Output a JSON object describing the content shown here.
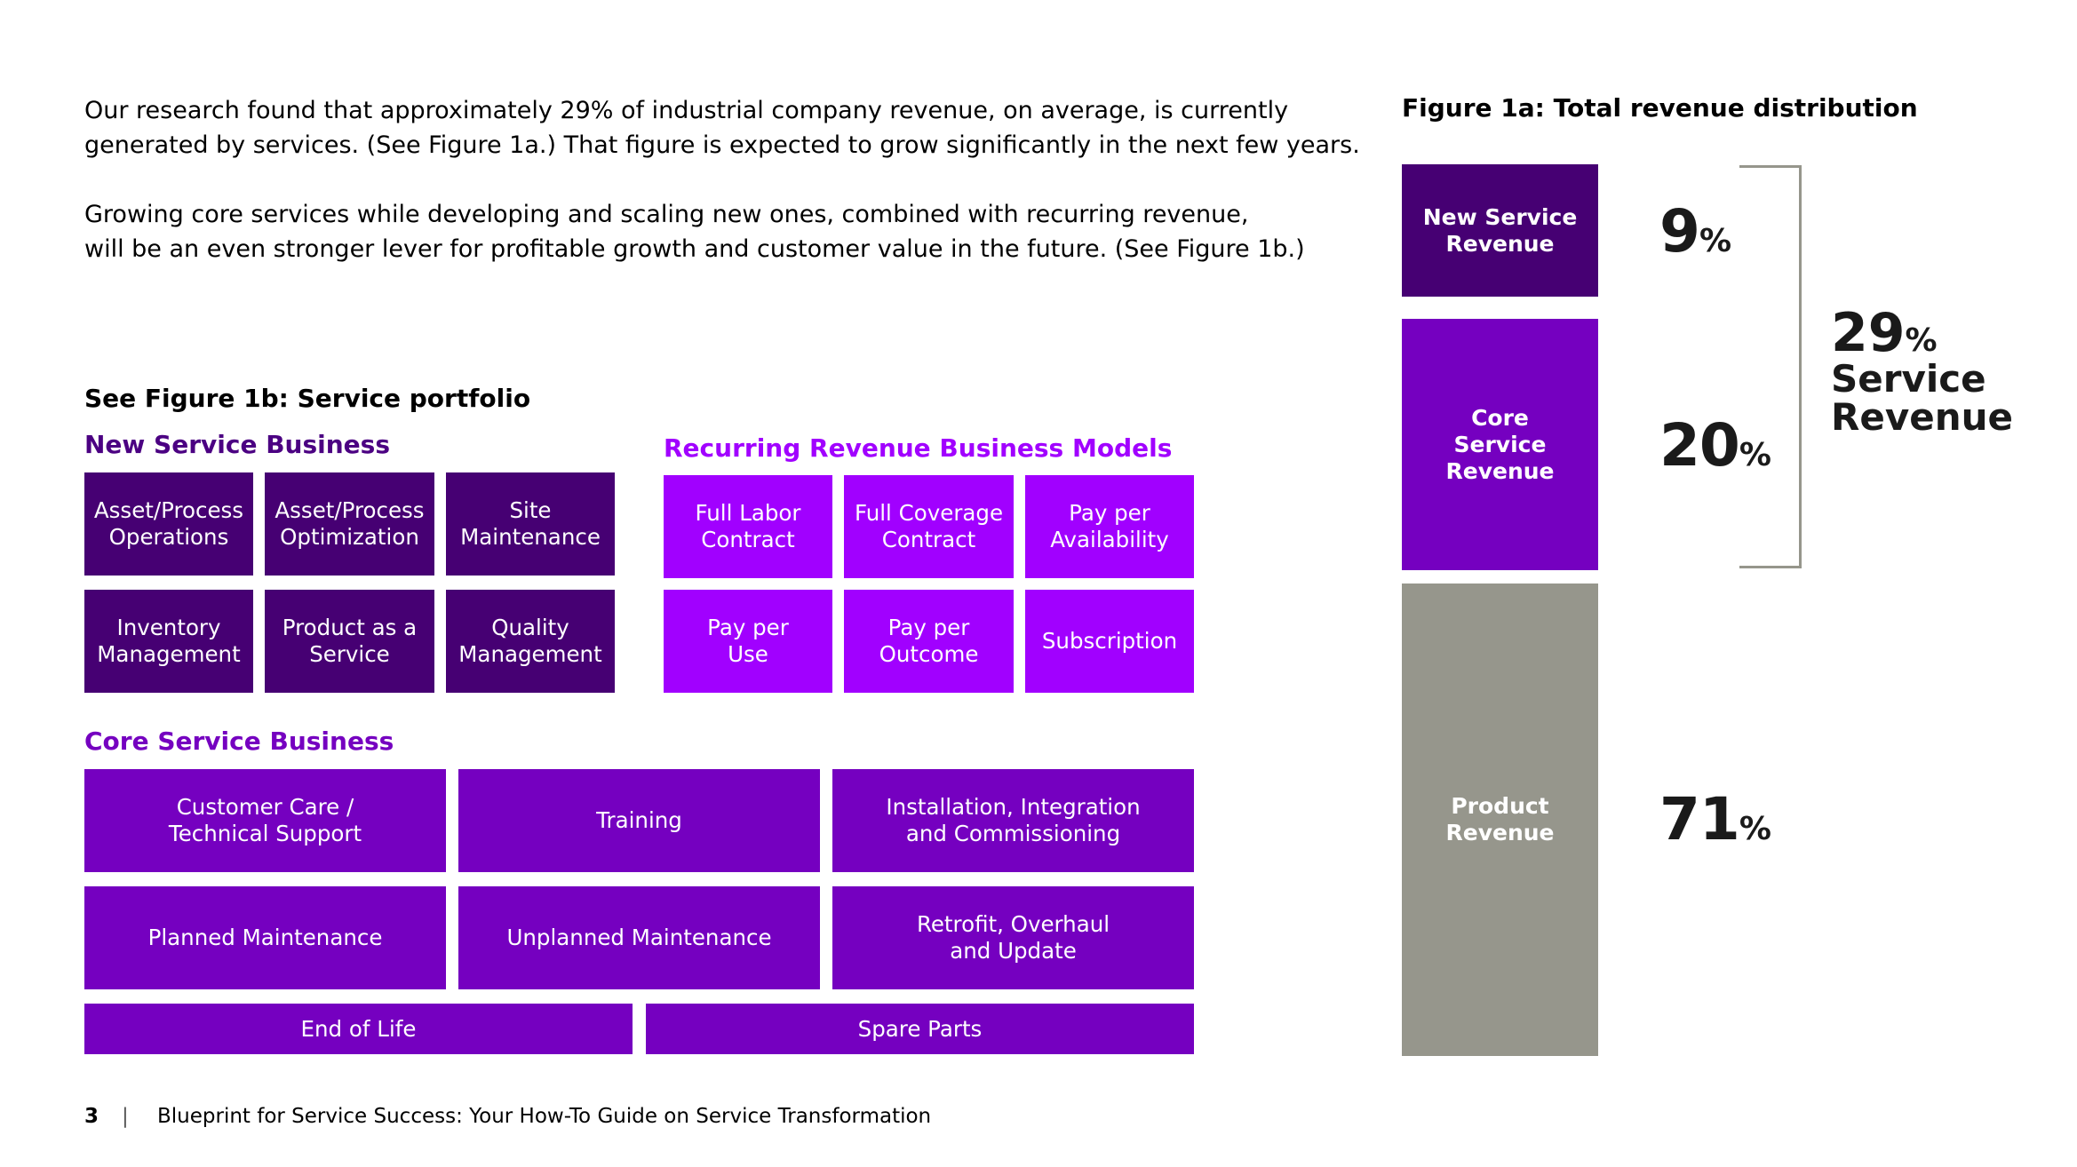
{
  "intro": {
    "paragraph1_line1": "Our research found that approximately 29% of industrial company revenue, on average, is currently",
    "paragraph1_line2": "generated by services. (See Figure 1a.) That figure is expected to grow significantly in the next few years.",
    "paragraph2_line1": "Growing core services while developing and scaling new ones, combined with recurring revenue,",
    "paragraph2_line2": "will be an even stronger lever for profitable growth and customer value in the future. (See Figure 1b.)"
  },
  "figure1b": {
    "title": "See Figure 1b: Service portfolio",
    "new_service": {
      "title": "New Service Business",
      "color_title": "#4b0082",
      "tile_color": "#460073",
      "tiles": [
        "Asset/Process\nOperations",
        "Asset/Process\nOptimization",
        "Site\nMaintenance",
        "Inventory\nManagement",
        "Product as a\nService",
        "Quality\nManagement"
      ]
    },
    "recurring": {
      "title": "Recurring Revenue Business Models",
      "color_title": "#a100ff",
      "tile_color": "#a100ff",
      "tiles": [
        "Full Labor\nContract",
        "Full Coverage\nContract",
        "Pay per\nAvailability",
        "Pay per\nUse",
        "Pay per\nOutcome",
        "Subscription"
      ]
    },
    "core_service": {
      "title": "Core Service Business",
      "color_title": "#7500c0",
      "tile_color": "#7500c0",
      "tiles": [
        "Customer Care /\nTechnical Support",
        "Training",
        "Installation, Integration\nand Commissioning",
        "Planned Maintenance",
        "Unplanned Maintenance",
        "Retrofit, Overhaul\nand Update",
        "End of Life",
        "Spare Parts"
      ]
    }
  },
  "figure1a": {
    "title": "Figure 1a: Total revenue distribution",
    "segments": [
      {
        "label": "New Service\nRevenue",
        "value": "9",
        "color": "#460073"
      },
      {
        "label": "Core\nService\nRevenue",
        "value": "20",
        "color": "#7500c0"
      },
      {
        "label": "Product\nRevenue",
        "value": "71",
        "color": "#96968c"
      }
    ],
    "percent_symbol": "%",
    "bracket_value": "29",
    "bracket_line1": "Service",
    "bracket_line2": "Revenue",
    "bracket_color": "#96968c"
  },
  "footer": {
    "page_number": "3",
    "separator": "|",
    "text": "Blueprint for Service Success: Your How-To Guide on Service Transformation"
  }
}
